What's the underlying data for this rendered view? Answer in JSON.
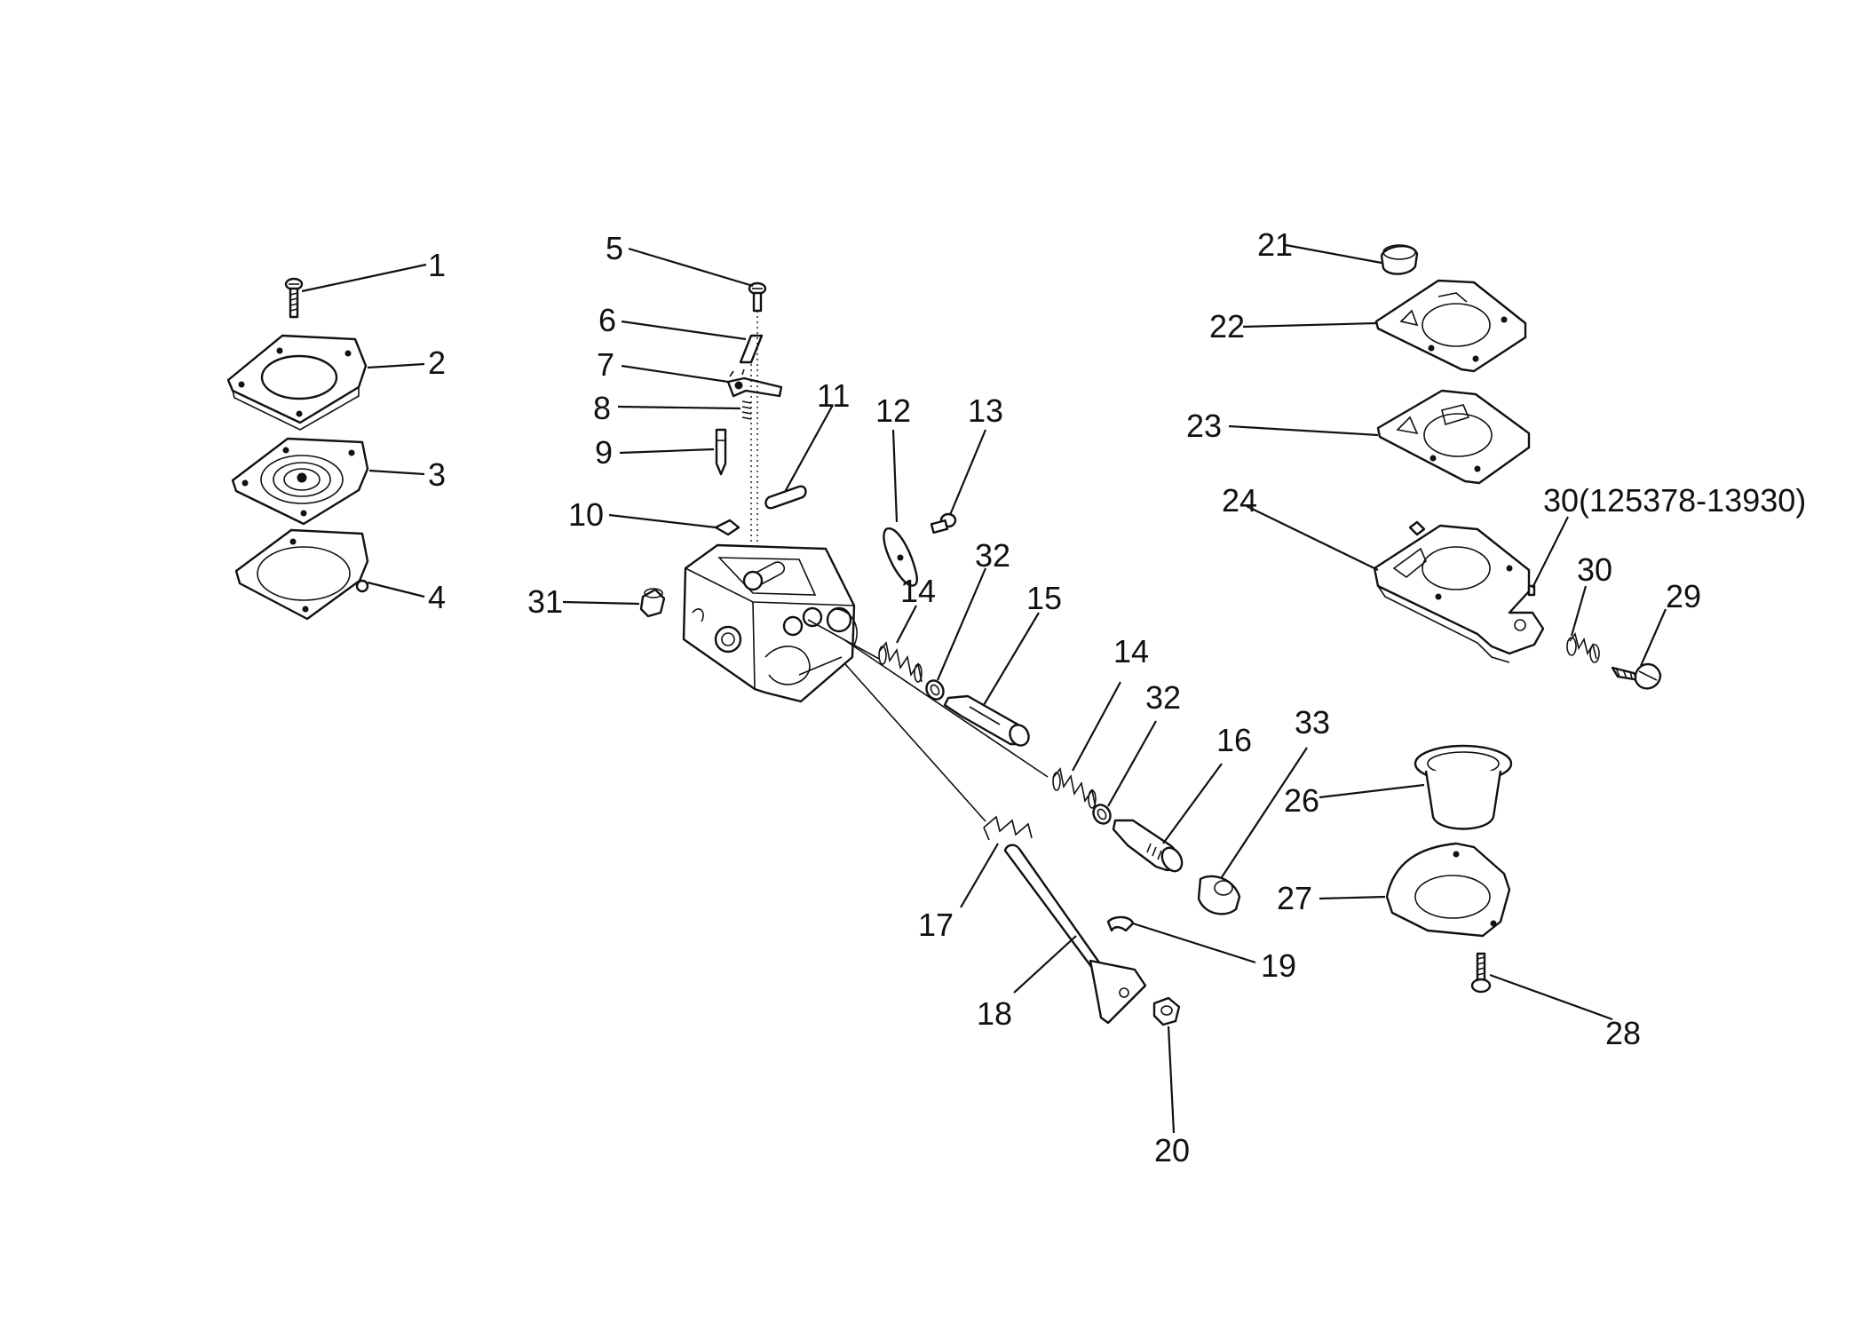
{
  "callouts": [
    {
      "id": "c1",
      "text": "1"
    },
    {
      "id": "c2",
      "text": "2"
    },
    {
      "id": "c3",
      "text": "3"
    },
    {
      "id": "c4",
      "text": "4"
    },
    {
      "id": "c5",
      "text": "5"
    },
    {
      "id": "c6",
      "text": "6"
    },
    {
      "id": "c7",
      "text": "7"
    },
    {
      "id": "c8",
      "text": "8"
    },
    {
      "id": "c9",
      "text": "9"
    },
    {
      "id": "c10",
      "text": "10"
    },
    {
      "id": "c11",
      "text": "11"
    },
    {
      "id": "c12",
      "text": "12"
    },
    {
      "id": "c13",
      "text": "13"
    },
    {
      "id": "c14a",
      "text": "14"
    },
    {
      "id": "c14b",
      "text": "14"
    },
    {
      "id": "c15",
      "text": "15"
    },
    {
      "id": "c16",
      "text": "16"
    },
    {
      "id": "c17",
      "text": "17"
    },
    {
      "id": "c18",
      "text": "18"
    },
    {
      "id": "c19",
      "text": "19"
    },
    {
      "id": "c20",
      "text": "20"
    },
    {
      "id": "c21",
      "text": "21"
    },
    {
      "id": "c22",
      "text": "22"
    },
    {
      "id": "c23",
      "text": "23"
    },
    {
      "id": "c24",
      "text": "24"
    },
    {
      "id": "c26",
      "text": "26"
    },
    {
      "id": "c27",
      "text": "27"
    },
    {
      "id": "c28",
      "text": "28"
    },
    {
      "id": "c29",
      "text": "29"
    },
    {
      "id": "c30a",
      "text": "30(125378-13930)"
    },
    {
      "id": "c30b",
      "text": "30"
    },
    {
      "id": "c31",
      "text": "31"
    },
    {
      "id": "c32a",
      "text": "32"
    },
    {
      "id": "c32b",
      "text": "32"
    },
    {
      "id": "c33",
      "text": "33"
    }
  ]
}
